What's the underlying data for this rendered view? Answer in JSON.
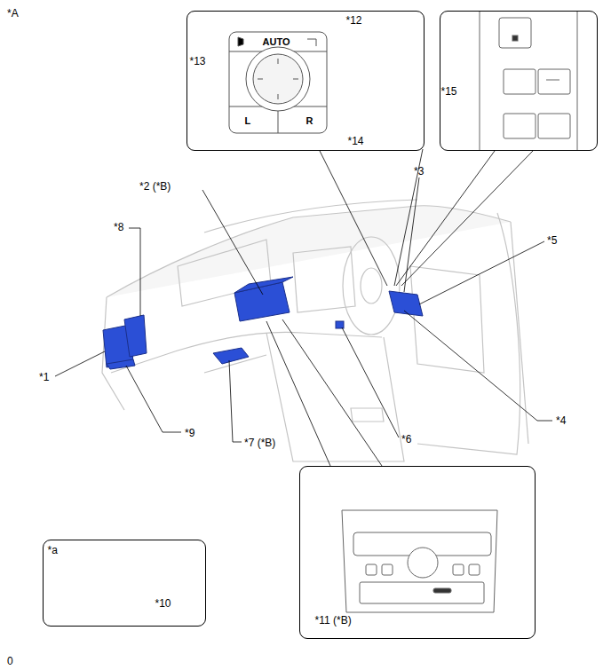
{
  "diagram": {
    "nodes": [
      {
        "text": [
          "AUTO",
          "L",
          "R",
          "*12",
          "*13",
          "*14"
        ]
      },
      {
        "text": [
          "*15"
        ]
      },
      {
        "text": [
          "*11 (*B)"
        ]
      },
      {
        "text": [
          "*a",
          "*10"
        ]
      }
    ],
    "labels": [
      "*A",
      "*2 (*B)",
      "*8",
      "*3",
      "*5",
      "*1",
      "*9",
      "*7 (*B)",
      "*6",
      "*4",
      "0"
    ]
  }
}
